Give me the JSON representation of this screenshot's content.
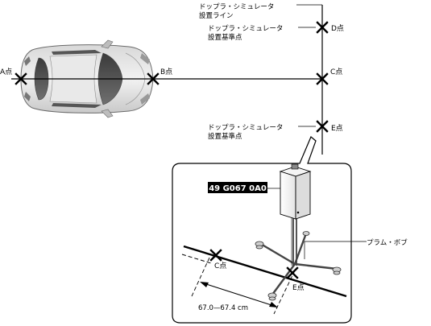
{
  "labels": {
    "point_a": "A点",
    "point_b": "B点",
    "point_c": "C点",
    "point_d": "D点",
    "point_e": "E点",
    "install_line_1": "ドップラ・シミュレータ",
    "install_line_2": "設置ライン",
    "install_ref_d_1": "ドップラ・シミュレータ",
    "install_ref_d_2": "設置基準点",
    "install_ref_e_1": "ドップラ・シミュレータ",
    "install_ref_e_2": "設置基準点",
    "tool_number": "49 G067 0A0",
    "plumb_bob": "プラム・ボブ",
    "inset_point_c": "C点",
    "inset_point_e": "E点",
    "distance": "67.0—67.4 cm"
  }
}
